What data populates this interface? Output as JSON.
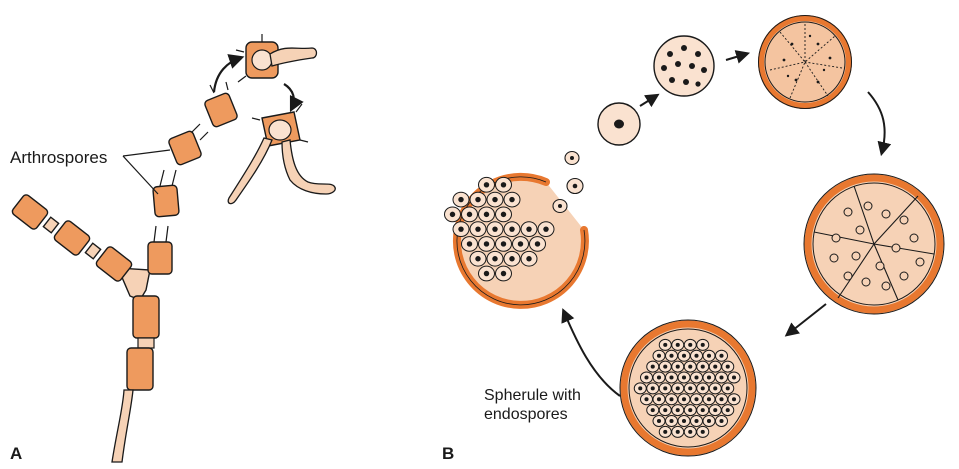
{
  "labels": {
    "arthrospores": "Arthrospores",
    "spherule_line1": "Spherule with",
    "spherule_line2": "endospores",
    "panel_a": "A",
    "panel_b": "B"
  },
  "colors": {
    "orange": "#E87830",
    "orange_fill": "#EE9A5E",
    "tan_fill": "#F6D2B6",
    "cell_fill": "#FAE2D0",
    "outline": "#1a1a1a"
  }
}
